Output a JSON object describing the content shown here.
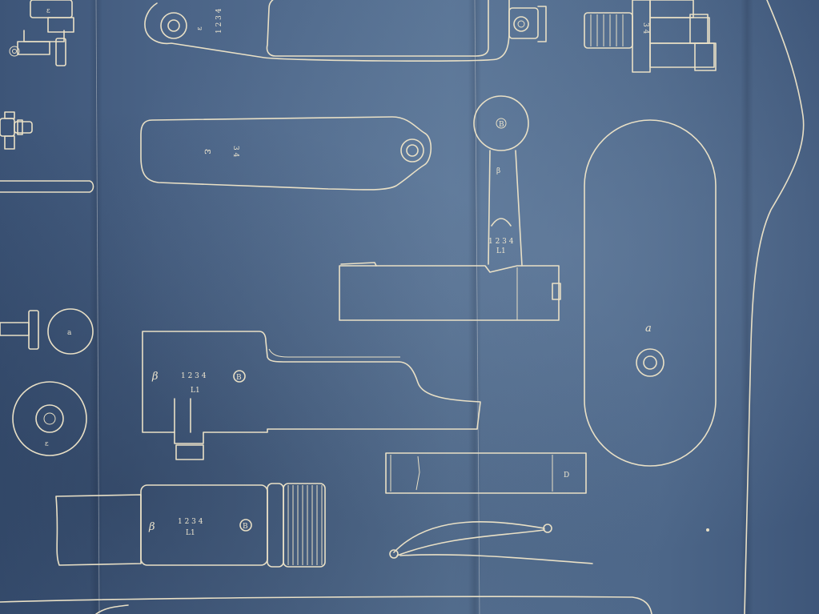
{
  "blueprint": {
    "colors": {
      "paper": "#4f6a8c",
      "line": "#e9e0c6"
    },
    "labels": {
      "alpha": "a",
      "beta": "β",
      "epsilon": "ε",
      "numbers_1234": "1 2 3 4",
      "numbers_34": "3 4",
      "l1": "L1",
      "b_circle": "B",
      "d_mark": "D",
      "vertical_1234": "1 2 3 4",
      "e_mirrored": "ε"
    }
  }
}
